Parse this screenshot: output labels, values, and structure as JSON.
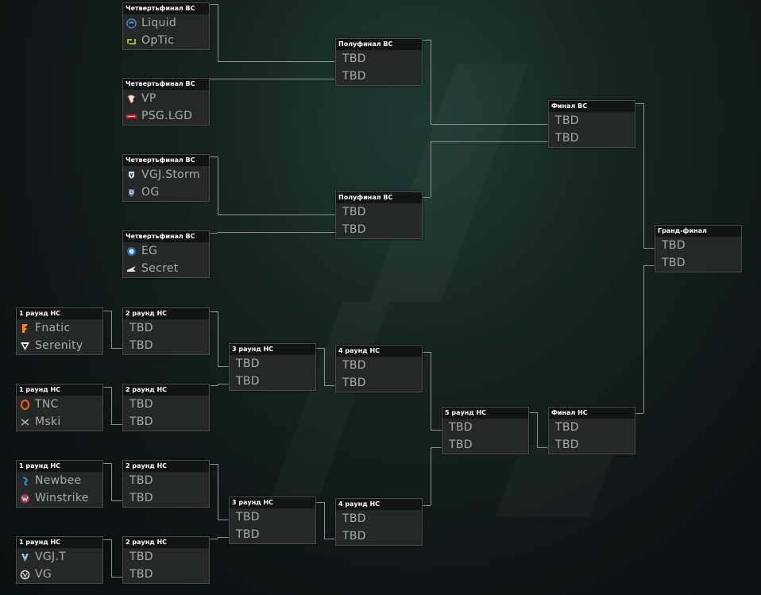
{
  "upper": {
    "qf": [
      {
        "title": "Четвертьфинал ВС",
        "teams": [
          {
            "name": "Liquid",
            "logo": "liquid-logo-icon"
          },
          {
            "name": "OpTic",
            "logo": "optic-logo-icon"
          }
        ]
      },
      {
        "title": "Четвертьфинал ВС",
        "teams": [
          {
            "name": "VP",
            "logo": "vp-logo-icon"
          },
          {
            "name": "PSG.LGD",
            "logo": "psg-lgd-logo-icon"
          }
        ]
      },
      {
        "title": "Четвертьфинал ВС",
        "teams": [
          {
            "name": "VGJ.Storm",
            "logo": "vgj-storm-logo-icon"
          },
          {
            "name": "OG",
            "logo": "og-logo-icon"
          }
        ]
      },
      {
        "title": "Четвертьфинал ВС",
        "teams": [
          {
            "name": "EG",
            "logo": "eg-logo-icon"
          },
          {
            "name": "Secret",
            "logo": "secret-logo-icon"
          }
        ]
      }
    ],
    "sf": [
      {
        "title": "Полуфинал ВС",
        "teams": [
          "TBD",
          "TBD"
        ]
      },
      {
        "title": "Полуфинал ВС",
        "teams": [
          "TBD",
          "TBD"
        ]
      }
    ],
    "final": {
      "title": "Финал ВС",
      "teams": [
        "TBD",
        "TBD"
      ]
    }
  },
  "lower": {
    "r1": [
      {
        "title": "1 раунд НС",
        "teams": [
          {
            "name": "Fnatic",
            "logo": "fnatic-logo-icon"
          },
          {
            "name": "Serenity",
            "logo": "serenity-logo-icon"
          }
        ]
      },
      {
        "title": "1 раунд НС",
        "teams": [
          {
            "name": "TNC",
            "logo": "tnc-logo-icon"
          },
          {
            "name": "Mski",
            "logo": "mski-logo-icon"
          }
        ]
      },
      {
        "title": "1 раунд НС",
        "teams": [
          {
            "name": "Newbee",
            "logo": "newbee-logo-icon"
          },
          {
            "name": "Winstrike",
            "logo": "winstrike-logo-icon"
          }
        ]
      },
      {
        "title": "1 раунд НС",
        "teams": [
          {
            "name": "VGJ.T",
            "logo": "vgj-thunder-logo-icon"
          },
          {
            "name": "VG",
            "logo": "vg-logo-icon"
          }
        ]
      }
    ],
    "r2": [
      {
        "title": "2 раунд НС",
        "teams": [
          "TBD",
          "TBD"
        ]
      },
      {
        "title": "2 раунд НС",
        "teams": [
          "TBD",
          "TBD"
        ]
      },
      {
        "title": "2 раунд НС",
        "teams": [
          "TBD",
          "TBD"
        ]
      },
      {
        "title": "2 раунд НС",
        "teams": [
          "TBD",
          "TBD"
        ]
      }
    ],
    "r3": [
      {
        "title": "3 раунд НС",
        "teams": [
          "TBD",
          "TBD"
        ]
      },
      {
        "title": "3 раунд НС",
        "teams": [
          "TBD",
          "TBD"
        ]
      }
    ],
    "r4": [
      {
        "title": "4 раунд НС",
        "teams": [
          "TBD",
          "TBD"
        ]
      },
      {
        "title": "4 раунд НС",
        "teams": [
          "TBD",
          "TBD"
        ]
      }
    ],
    "r5": {
      "title": "5 раунд НС",
      "teams": [
        "TBD",
        "TBD"
      ]
    },
    "final": {
      "title": "Финал НС",
      "teams": [
        "TBD",
        "TBD"
      ]
    }
  },
  "grand_final": {
    "title": "Гранд-финал",
    "teams": [
      "TBD",
      "TBD"
    ]
  }
}
